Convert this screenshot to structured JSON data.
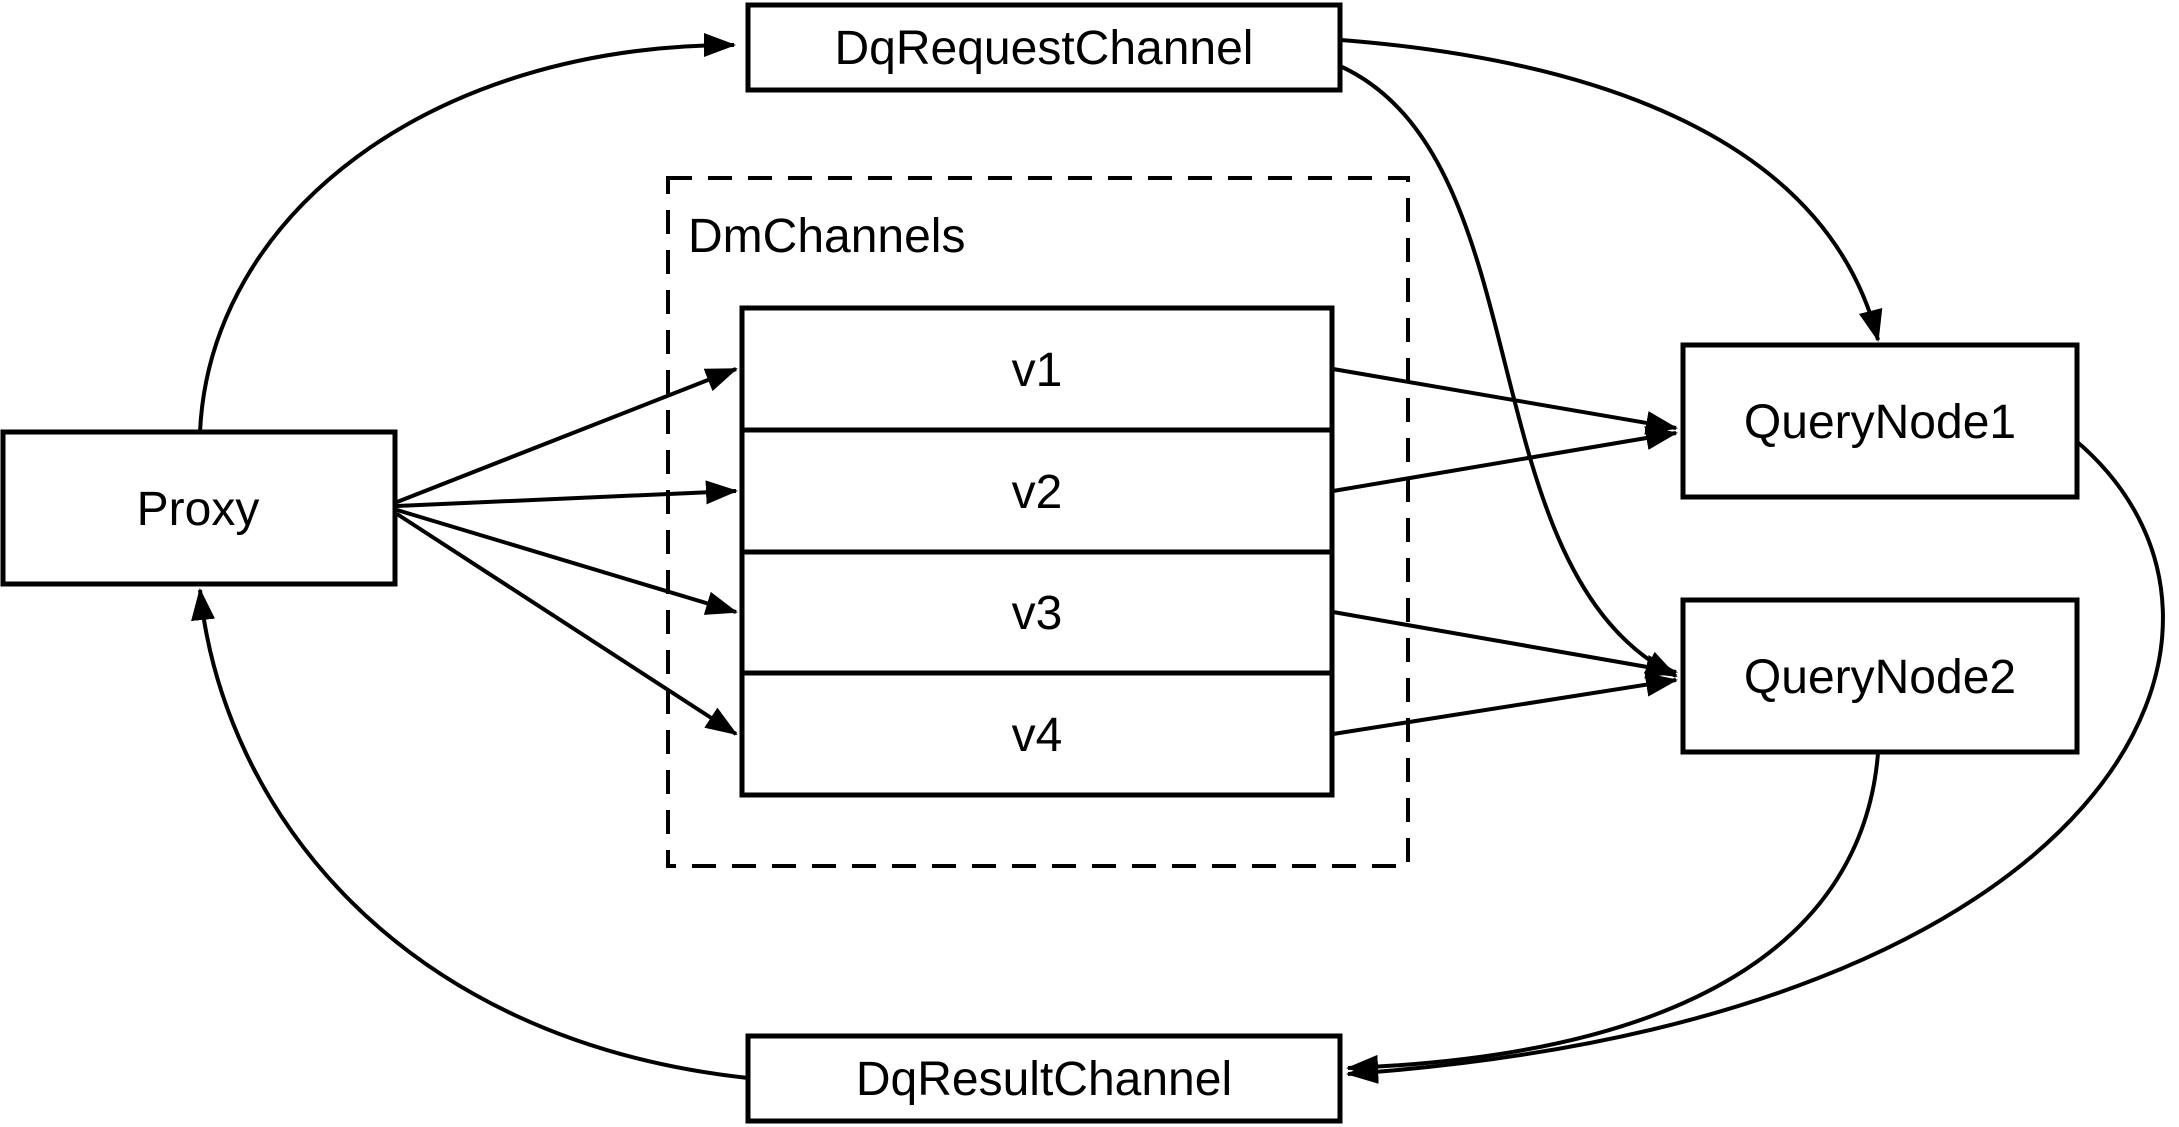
{
  "diagram": {
    "background": "#ffffff",
    "stroke_color": "#000000",
    "nodes": {
      "proxy": {
        "label": "Proxy"
      },
      "dq_request_channel": {
        "label": "DqRequestChannel"
      },
      "dm_channels": {
        "label": "DmChannels"
      },
      "channel_v1": {
        "label": "v1"
      },
      "channel_v2": {
        "label": "v2"
      },
      "channel_v3": {
        "label": "v3"
      },
      "channel_v4": {
        "label": "v4"
      },
      "query_node1": {
        "label": "QueryNode1"
      },
      "query_node2": {
        "label": "QueryNode2"
      },
      "dq_result_channel": {
        "label": "DqResultChannel"
      }
    },
    "edges": [
      {
        "from": "proxy",
        "to": "dq_request_channel"
      },
      {
        "from": "proxy",
        "to": "channel_v1"
      },
      {
        "from": "proxy",
        "to": "channel_v2"
      },
      {
        "from": "proxy",
        "to": "channel_v3"
      },
      {
        "from": "proxy",
        "to": "channel_v4"
      },
      {
        "from": "channel_v1",
        "to": "query_node1"
      },
      {
        "from": "channel_v2",
        "to": "query_node1"
      },
      {
        "from": "channel_v3",
        "to": "query_node2"
      },
      {
        "from": "channel_v4",
        "to": "query_node2"
      },
      {
        "from": "dq_request_channel",
        "to": "query_node1"
      },
      {
        "from": "dq_request_channel",
        "to": "query_node2"
      },
      {
        "from": "query_node1",
        "to": "dq_result_channel"
      },
      {
        "from": "query_node2",
        "to": "dq_result_channel"
      },
      {
        "from": "dq_result_channel",
        "to": "proxy"
      }
    ]
  }
}
